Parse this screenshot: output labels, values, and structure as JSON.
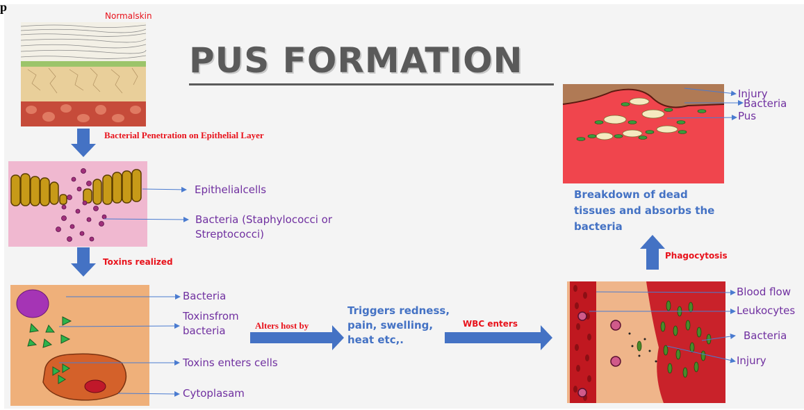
{
  "corner_text": "p",
  "title": "PUS FORMATION",
  "labels": {
    "normal_skin": "Normalskin",
    "penetration": "Bacterial Penetration on Epithelial Layer",
    "epithelial_cells": "Epithelialcells",
    "bacteria_strep_line1": "Bacteria (Staphylococci or",
    "bacteria_strep_line2": "Streptococci)",
    "toxins_realized": "Toxins realized",
    "bacteria": "Bacteria",
    "toxins_from_line1": "Toxinsfrom",
    "toxins_from_line2": "bacteria",
    "toxins_enters_cells": "Toxins enters cells",
    "cytoplasam": "Cytoplasam",
    "alters_host": "Alters host by",
    "triggers_line1": "Triggers redness,",
    "triggers_line2": "pain, swelling,",
    "triggers_line3": "heat etc,.",
    "wbc_enters": "WBC enters",
    "blood_flow": "Blood flow",
    "leukocytes": "Leukocytes",
    "bacteria_right": "Bacteria",
    "injury_right": "Injury",
    "phagocytosis": "Phagocytosis",
    "breakdown_line1": "Breakdown of dead",
    "breakdown_line2": "tissues and absorbs the",
    "breakdown_line3": "bacteria",
    "injury_top": "Injury",
    "bacteria_top": "Bacteria",
    "pus": "Pus"
  },
  "colors": {
    "arrow_blue": "#4472c4",
    "label_purple": "#7030a0",
    "label_red": "#e8121b",
    "pink_panel": "#f0b8d0",
    "tan_panel": "#efb07a",
    "pus_red": "#f0454d"
  }
}
